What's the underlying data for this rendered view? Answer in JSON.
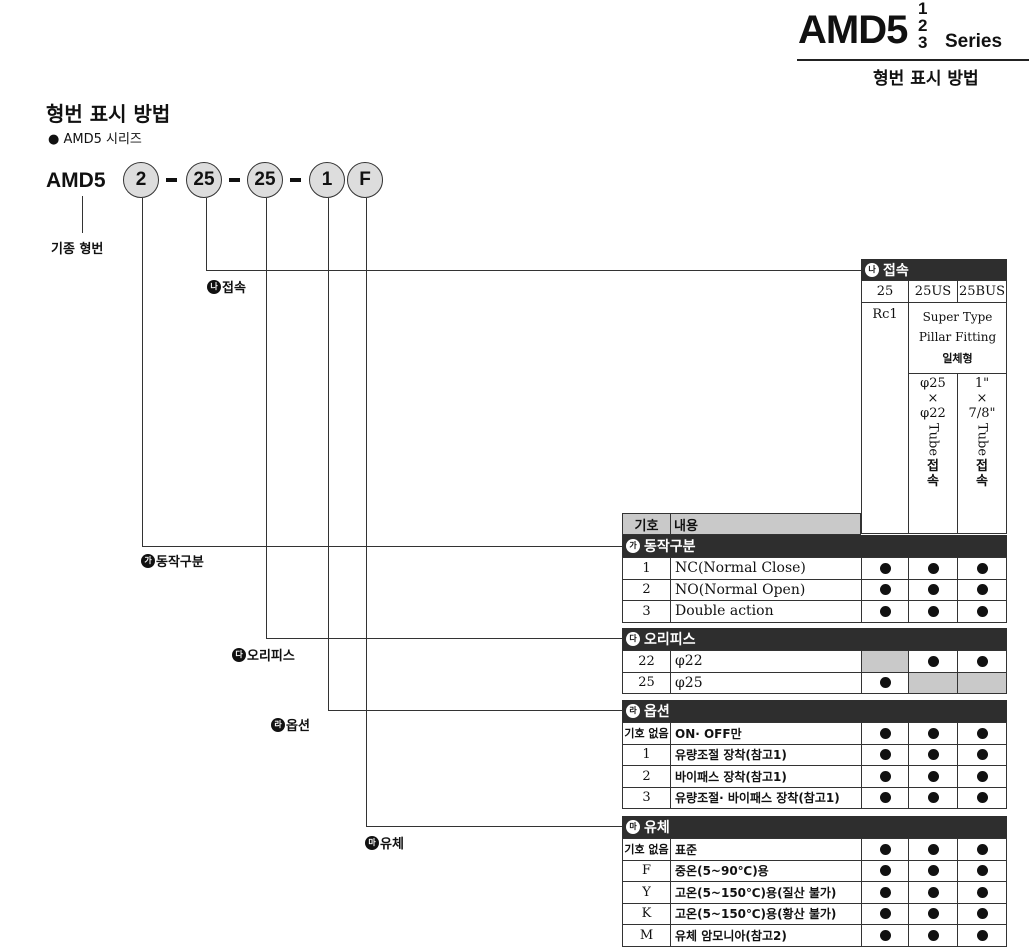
{
  "header": {
    "title": "AMD5",
    "sup1": "1",
    "sup2": "2",
    "sup3": "3",
    "series": "Series",
    "subtitle": "형번 표시 방법"
  },
  "section": {
    "title": "형번 표시 방법",
    "bullet": "● AMD5 시리즈"
  },
  "model": {
    "base": "AMD5",
    "codes": [
      "2",
      "25",
      "25",
      "1",
      "F"
    ],
    "base_note": "기종 형번"
  },
  "labels": {
    "ga": {
      "badge": "가",
      "text": "동작구분"
    },
    "na": {
      "badge": "나",
      "text": "접속"
    },
    "da": {
      "badge": "다",
      "text": "오리피스"
    },
    "ra": {
      "badge": "라",
      "text": "옵션"
    },
    "ma": {
      "badge": "마",
      "text": "유체"
    }
  },
  "connection": {
    "title": "접속",
    "badge": "나",
    "cols": [
      "25",
      "25US",
      "25BUS"
    ],
    "rc": "Rc1",
    "super1": "Super Type",
    "super2": "Pillar Fitting",
    "super3": "일체형",
    "col2_top": "φ25",
    "col2_x": "×",
    "col2_bot": "φ22",
    "col3_top": "1\"",
    "col3_x": "×",
    "col3_bot": "7/8\"",
    "tube": "Tube",
    "jeop": "접",
    "sok": "속"
  },
  "table_header": {
    "code": "기호",
    "content": "내용"
  },
  "groups": [
    {
      "badge": "가",
      "title": "동작구분",
      "rows": [
        {
          "code": "1",
          "content": "NC(Normal Close)",
          "marks": [
            1,
            1,
            1
          ]
        },
        {
          "code": "2",
          "content": "NO(Normal Open)",
          "marks": [
            1,
            1,
            1
          ]
        },
        {
          "code": "3",
          "content": "Double action",
          "marks": [
            1,
            1,
            1
          ]
        }
      ]
    },
    {
      "badge": "다",
      "title": "오리피스",
      "rows": [
        {
          "code": "22",
          "content": "φ22",
          "marks": [
            0,
            1,
            1
          ]
        },
        {
          "code": "25",
          "content": "φ25",
          "marks": [
            1,
            0,
            0
          ]
        }
      ]
    },
    {
      "badge": "라",
      "title": "옵션",
      "rows": [
        {
          "code": "기호 없음",
          "content": "ON· OFF만",
          "marks": [
            1,
            1,
            1
          ]
        },
        {
          "code": "1",
          "content": "유량조절 장착(참고1)",
          "marks": [
            1,
            1,
            1
          ]
        },
        {
          "code": "2",
          "content": "바이패스 장착(참고1)",
          "marks": [
            1,
            1,
            1
          ]
        },
        {
          "code": "3",
          "content": "유량조절· 바이패스 장착(참고1)",
          "marks": [
            1,
            1,
            1
          ]
        }
      ]
    },
    {
      "badge": "마",
      "title": "유체",
      "rows": [
        {
          "code": "기호 없음",
          "content": "표준",
          "marks": [
            1,
            1,
            1
          ]
        },
        {
          "code": "F",
          "content": "중온(5~90℃)용",
          "marks": [
            1,
            1,
            1
          ]
        },
        {
          "code": "Y",
          "content": "고온(5~150℃)용(질산 불가)",
          "marks": [
            1,
            1,
            1
          ]
        },
        {
          "code": "K",
          "content": "고온(5~150℃)용(황산 불가)",
          "marks": [
            1,
            1,
            1
          ]
        },
        {
          "code": "M",
          "content": "유체 암모니아(참고2)",
          "marks": [
            1,
            1,
            1
          ]
        }
      ]
    }
  ]
}
